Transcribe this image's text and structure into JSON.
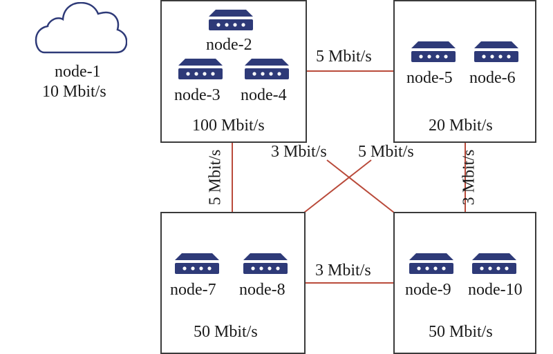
{
  "colors": {
    "device": "#2e3a78",
    "link": "#b94a3a",
    "box_border": "#3a3a3a",
    "text": "#1a1a1a"
  },
  "cloud": {
    "icon": "cloud-icon",
    "name": "node-1",
    "bandwidth": "10 Mbit/s"
  },
  "groups": [
    {
      "id": "top-left",
      "bandwidth": "100 Mbit/s",
      "nodes": [
        "node-2",
        "node-3",
        "node-4"
      ]
    },
    {
      "id": "top-right",
      "bandwidth": "20 Mbit/s",
      "nodes": [
        "node-5",
        "node-6"
      ]
    },
    {
      "id": "bottom-left",
      "bandwidth": "50 Mbit/s",
      "nodes": [
        "node-7",
        "node-8"
      ]
    },
    {
      "id": "bottom-right",
      "bandwidth": "50 Mbit/s",
      "nodes": [
        "node-9",
        "node-10"
      ]
    }
  ],
  "device_icon": "network-switch-icon",
  "links": [
    {
      "from": "top-left",
      "to": "top-right",
      "label": "5 Mbit/s"
    },
    {
      "from": "top-left",
      "to": "bottom-left",
      "label": "5 Mbit/s"
    },
    {
      "from": "top-right",
      "to": "bottom-right",
      "label": "3 Mbit/s"
    },
    {
      "from": "bottom-left",
      "to": "bottom-right",
      "label": "3 Mbit/s"
    },
    {
      "from": "top-left",
      "to": "bottom-right",
      "label": "3 Mbit/s"
    },
    {
      "from": "top-right",
      "to": "bottom-left",
      "label": "5 Mbit/s"
    }
  ]
}
